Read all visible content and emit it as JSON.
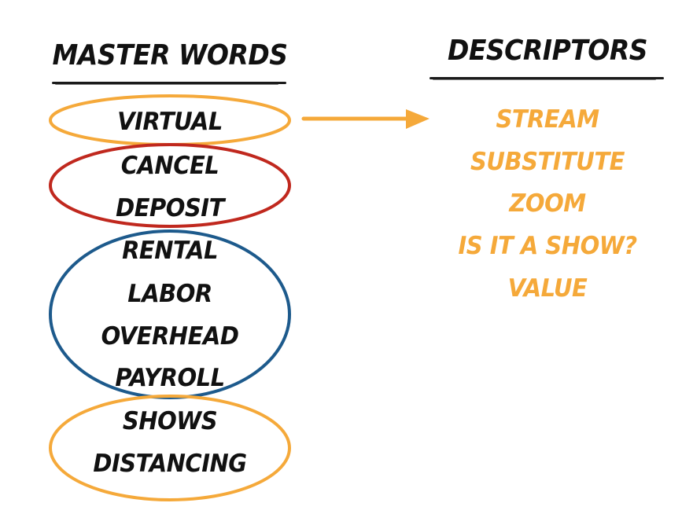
{
  "columns": {
    "master": {
      "heading": "MASTER WORDS",
      "words": [
        "VIRTUAL",
        "CANCEL",
        "DEPOSIT",
        "RENTAL",
        "LABOR",
        "OVERHEAD",
        "PAYROLL",
        "SHOWS",
        "DISTANCING"
      ]
    },
    "descriptors": {
      "heading": "DESCRIPTORS",
      "words": [
        "STREAM",
        "SUBSTITUTE",
        "ZOOM",
        "IS IT A SHOW?",
        "VALUE"
      ]
    }
  },
  "groups": [
    {
      "name": "virtual-group",
      "color": "#f5a93a",
      "members": [
        "VIRTUAL"
      ]
    },
    {
      "name": "cancel-deposit-group",
      "color": "#c0281e",
      "members": [
        "CANCEL",
        "DEPOSIT"
      ]
    },
    {
      "name": "costs-group",
      "color": "#1d5a8c",
      "members": [
        "RENTAL",
        "LABOR",
        "OVERHEAD",
        "PAYROLL"
      ]
    },
    {
      "name": "shows-distancing-group",
      "color": "#f5a93a",
      "members": [
        "SHOWS",
        "DISTANCING"
      ]
    }
  ],
  "arrow": {
    "from": "VIRTUAL",
    "to": "descriptors",
    "color": "#f5a93a"
  },
  "colors": {
    "text": "#111111",
    "accent_orange": "#f5a93a",
    "accent_red": "#c0281e",
    "accent_blue": "#1d5a8c"
  }
}
